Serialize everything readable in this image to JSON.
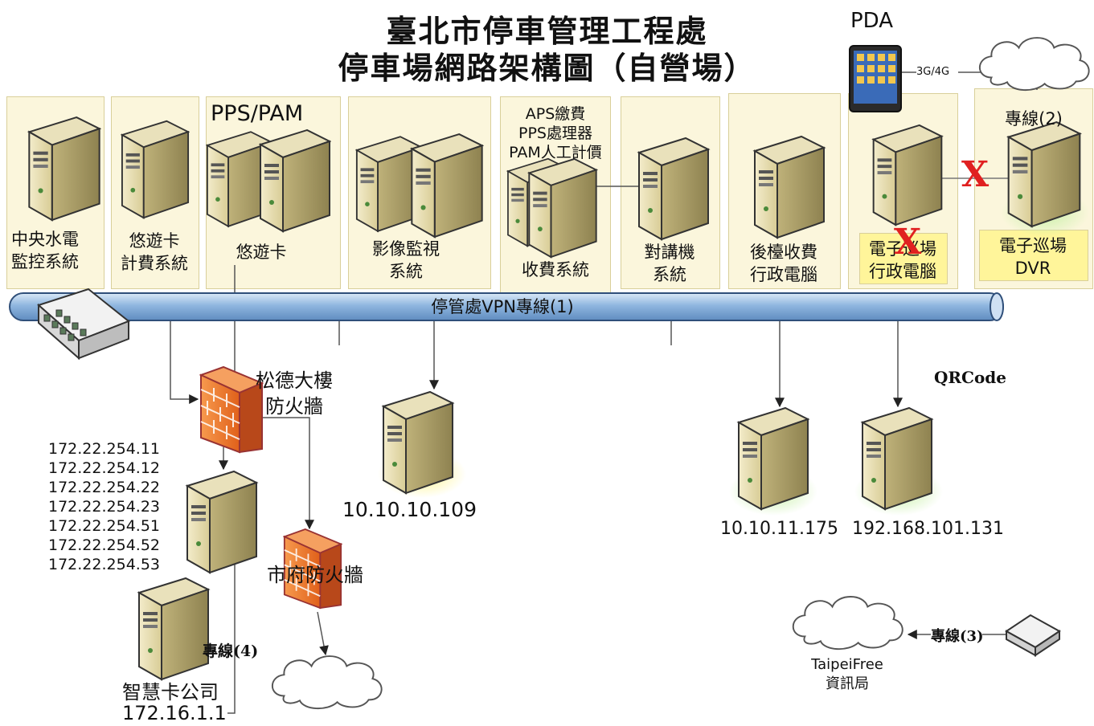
{
  "title": {
    "line1": "臺北市停車管理工程處",
    "line2": "停車場網路架構圖（自營場）"
  },
  "pda": {
    "label": "PDA",
    "link": "3G/4G"
  },
  "systems": {
    "central": {
      "line1": "中央水電",
      "line2": "監控系統"
    },
    "easycard_billing": {
      "line1": "悠遊卡",
      "line2": "計費系統"
    },
    "pps_pam": {
      "header": "PPS/PAM",
      "label": "悠遊卡"
    },
    "cctv": {
      "line1": "影像監視",
      "line2": "系統"
    },
    "fee": {
      "h1": "APS繳費",
      "h2": "PPS處理器",
      "h3": "PAM人工計價",
      "label": "收費系統"
    },
    "intercom": {
      "line1": "對講機",
      "line2": "系統"
    },
    "backoffice": {
      "line1": "後檯收費",
      "line2": "行政電腦"
    },
    "patrol_pc": {
      "line1": "電子巡場",
      "line2": "行政電腦"
    },
    "patrol_dvr": {
      "header": "專線(2)",
      "line1": "電子巡場",
      "line2": "DVR"
    }
  },
  "vpn": {
    "label": "停管處VPN專線(1)"
  },
  "firewalls": {
    "songde": {
      "line1": "松德大樓",
      "line2": "防火牆"
    },
    "city": {
      "label": "市府防火牆"
    }
  },
  "qrcode": "QRCode",
  "ips": {
    "list": [
      "172.22.254.11",
      "172.22.254.12",
      "172.22.254.22",
      "172.22.254.23",
      "172.22.254.51",
      "172.22.254.52",
      "172.22.254.53"
    ],
    "cctv_server": "10.10.10.109",
    "backoffice_server": "10.10.11.175",
    "qr_server": "192.168.101.131"
  },
  "smartcard": {
    "name": "智慧卡公司",
    "ip": "172.16.1.1",
    "line": "專線(4)"
  },
  "taipeifree": {
    "line1": "TaipeiFree",
    "line2": "資訊局",
    "link": "專線(3)"
  },
  "marks": {
    "cross": "X"
  },
  "colors": {
    "panel": "#fbf6dc",
    "panel_highlight": "#fff59a",
    "vpn": "#9cc0e6",
    "firewall": "#f07a2a",
    "cross": "#e02020"
  }
}
